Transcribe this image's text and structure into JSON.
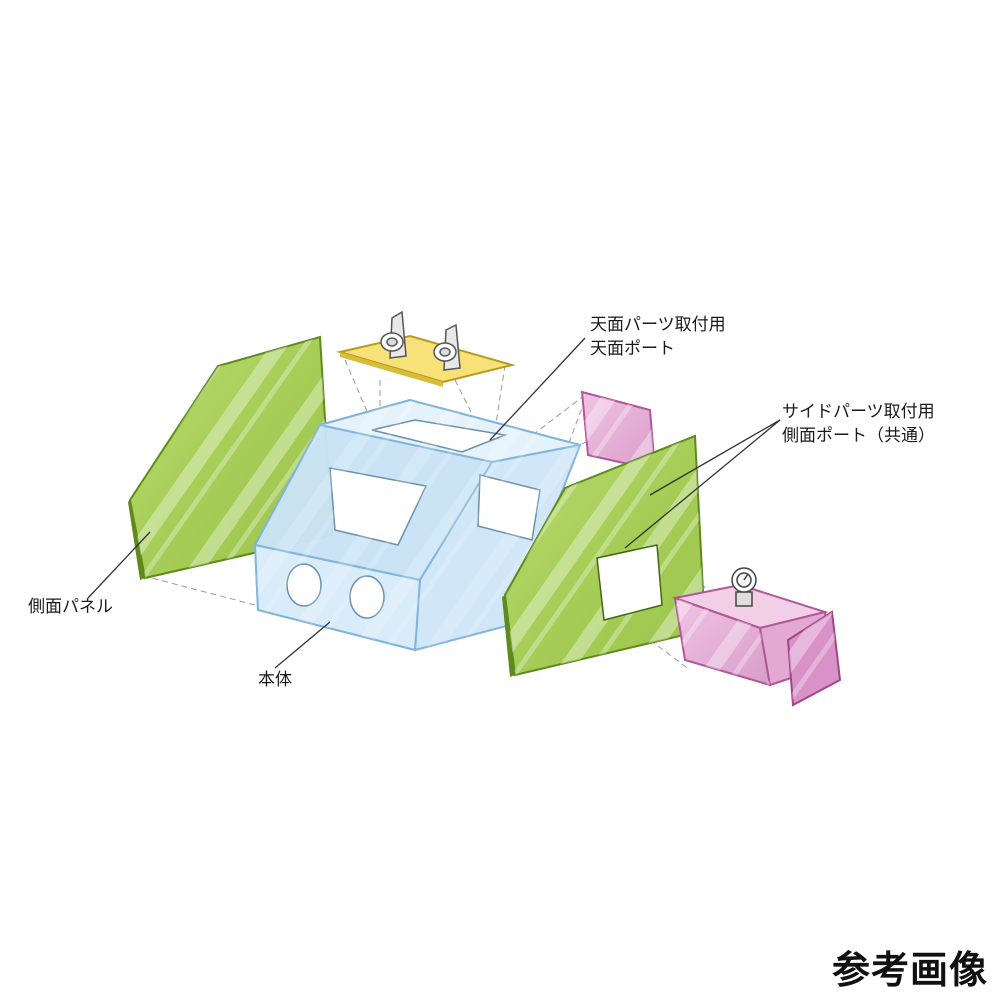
{
  "labels": {
    "top_port_line1": "天面パーツ取付用",
    "top_port_line2": "天面ポート",
    "side_port_line1": "サイドパーツ取付用",
    "side_port_line2": "側面ポート（共通）",
    "side_panel": "側面パネル",
    "body": "本体"
  },
  "caption": "参考画像",
  "colors": {
    "panel_green": "#a9cf5a",
    "panel_green_edge": "#5e8a1c",
    "body_blue": "#cfe6f7",
    "body_blue_edge": "#7fb4dc",
    "top_plate_yellow": "#f7e27a",
    "side_parts_pink": "#e6b3d6",
    "side_parts_edge": "#b0579a"
  }
}
